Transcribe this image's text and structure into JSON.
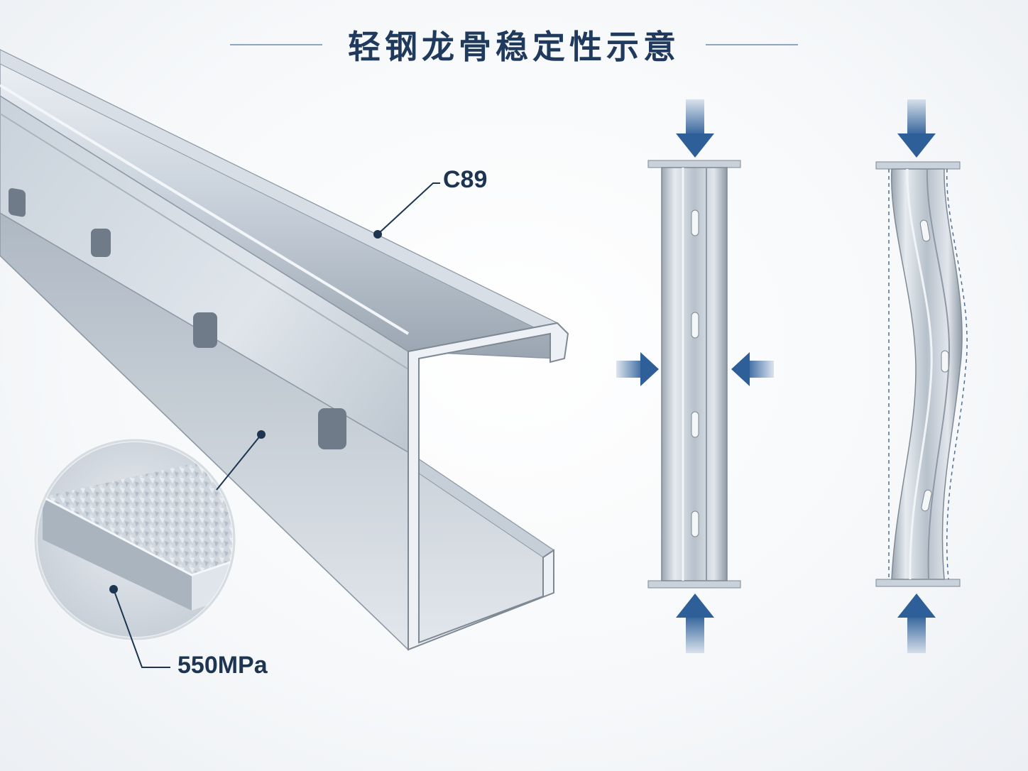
{
  "title": "轻钢龙骨稳定性示意",
  "labels": {
    "profile": "C89",
    "strength": "550MPa"
  },
  "colors": {
    "title": "#1f3a5c",
    "arrow": "#2e5f99",
    "steel_light": "#e3e8ee",
    "steel_mid": "#b8c2cd",
    "steel_dark": "#7d8894",
    "leader": "#1d3551"
  },
  "diagrams": {
    "stable": {
      "state": "straight column",
      "arrows": [
        "top-down",
        "bottom-up",
        "left-in",
        "right-in"
      ]
    },
    "unstable": {
      "state": "buckled column",
      "arrows": [
        "top-down",
        "bottom-up"
      ]
    }
  }
}
